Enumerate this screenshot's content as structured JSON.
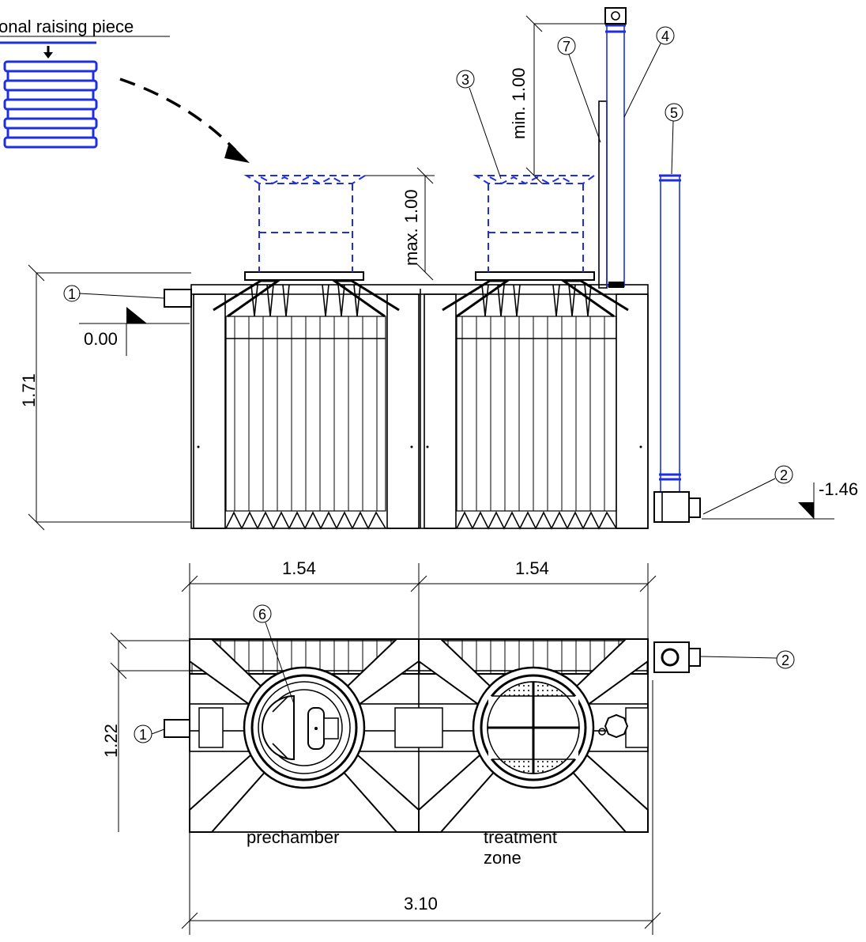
{
  "raising_piece": {
    "label": "onal raising piece"
  },
  "callouts": {
    "c1": "1",
    "c2": "2",
    "c3": "3",
    "c4": "4",
    "c5": "5",
    "c6": "6",
    "c7": "7"
  },
  "elevation": {
    "inlet_level": "0.00",
    "outlet_level": "-1.46",
    "height": "1.71",
    "max_extension": "max. 1.00",
    "min_vent": "min. 1.00"
  },
  "plan": {
    "chamber_width_left": "1.54",
    "chamber_width_right": "1.54",
    "depth": "1.22",
    "total_length": "3.10",
    "left_chamber_label": "prechamber",
    "right_chamber_label_line1": "treatment",
    "right_chamber_label_line2": "zone"
  },
  "colors": {
    "accent_blue": "#1f2fe0",
    "line": "#000000"
  }
}
